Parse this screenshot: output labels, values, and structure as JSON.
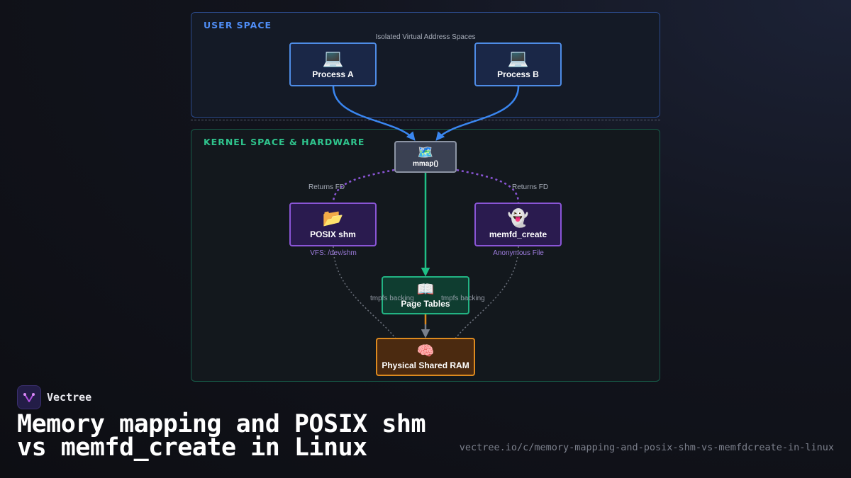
{
  "diagram": {
    "user_space": {
      "title": "USER SPACE",
      "caption": "Isolated Virtual Address Spaces",
      "process_a": {
        "icon": "💻",
        "label": "Process A"
      },
      "process_b": {
        "icon": "💻",
        "label": "Process B"
      }
    },
    "kernel_space": {
      "title": "KERNEL SPACE & HARDWARE",
      "mmap": {
        "icon": "🗺️",
        "label": "mmap()"
      },
      "posix_shm": {
        "icon": "📂",
        "label": "POSIX shm",
        "sublabel": "VFS: /dev/shm",
        "edge_label": "Returns FD"
      },
      "memfd_create": {
        "icon": "👻",
        "label": "memfd_create",
        "sublabel": "Anonymous File",
        "edge_label": "Returns FD"
      },
      "page_tables": {
        "icon": "📖",
        "label": "Page Tables"
      },
      "physical_ram": {
        "icon": "🧠",
        "label": "Physical Shared RAM"
      },
      "backing_left": "tmpfs backing",
      "backing_right": "tmpfs backing"
    },
    "colors": {
      "user_accent": "#4f8df5",
      "kernel_accent": "#2fc48d",
      "fd_accent": "#8a55d6",
      "ram_accent": "#dd8a1f"
    }
  },
  "footer": {
    "brand": "Vectree",
    "title_line1": "Memory mapping and POSIX shm",
    "title_line2": "vs memfd_create in Linux",
    "url": "vectree.io/c/memory-mapping-and-posix-shm-vs-memfdcreate-in-linux"
  }
}
